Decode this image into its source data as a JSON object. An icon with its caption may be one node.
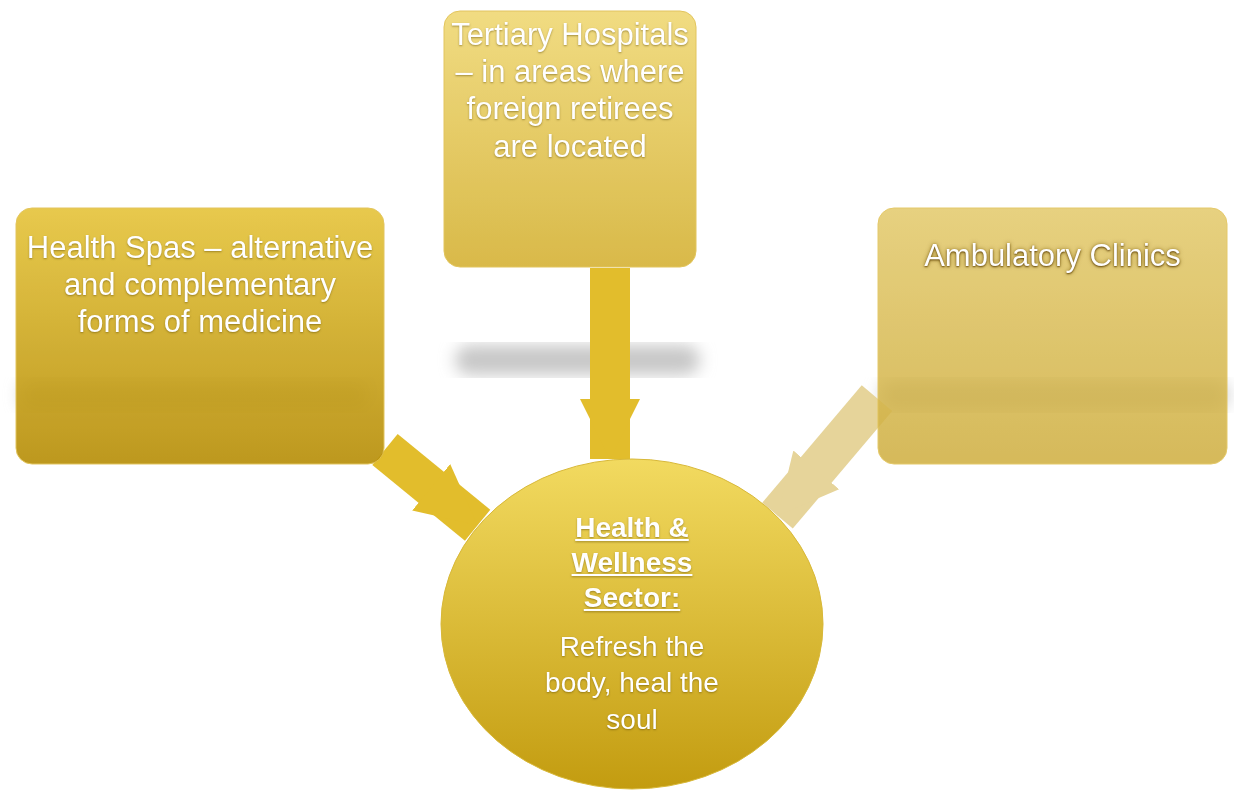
{
  "diagram": {
    "nodes": [
      {
        "text": [
          "Health Spas – alternative and complementary forms of medicine"
        ]
      },
      {
        "text": [
          "Tertiary Hospitals – in areas where foreign retirees are located"
        ]
      },
      {
        "text": [
          "Ambulatory Clinics"
        ]
      },
      {
        "text": [
          "Health & Wellness Sector:",
          "Refresh the body, heal the soul"
        ]
      }
    ],
    "edges": [
      {
        "from": 0,
        "to": 3,
        "arrow": "to"
      },
      {
        "from": 1,
        "to": 3,
        "arrow": "to"
      },
      {
        "from": 2,
        "to": 3,
        "arrow": "to",
        "color": "#e6d49a"
      }
    ]
  }
}
